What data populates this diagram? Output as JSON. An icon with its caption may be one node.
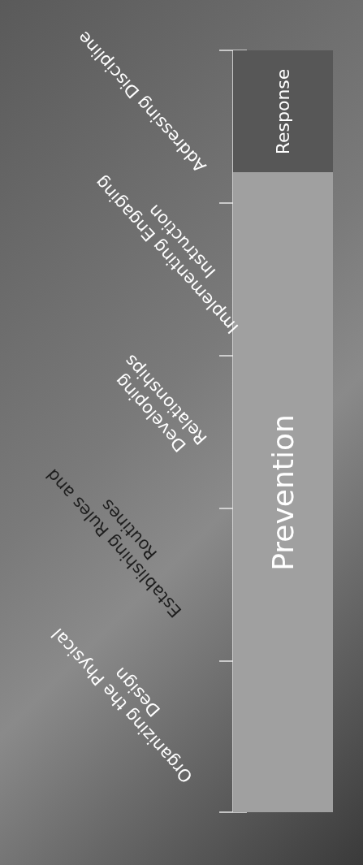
{
  "diagram": {
    "nodes": [
      {
        "text": [
          "Response"
        ]
      },
      {
        "text": [
          "Prevention"
        ]
      }
    ],
    "edges": [],
    "labels": [
      "Addressing Discipline",
      "Implementing Engaging Instruction",
      "Developing Relationships",
      "Establishing Rules and Routines",
      "Organizing the Physical Design"
    ]
  }
}
